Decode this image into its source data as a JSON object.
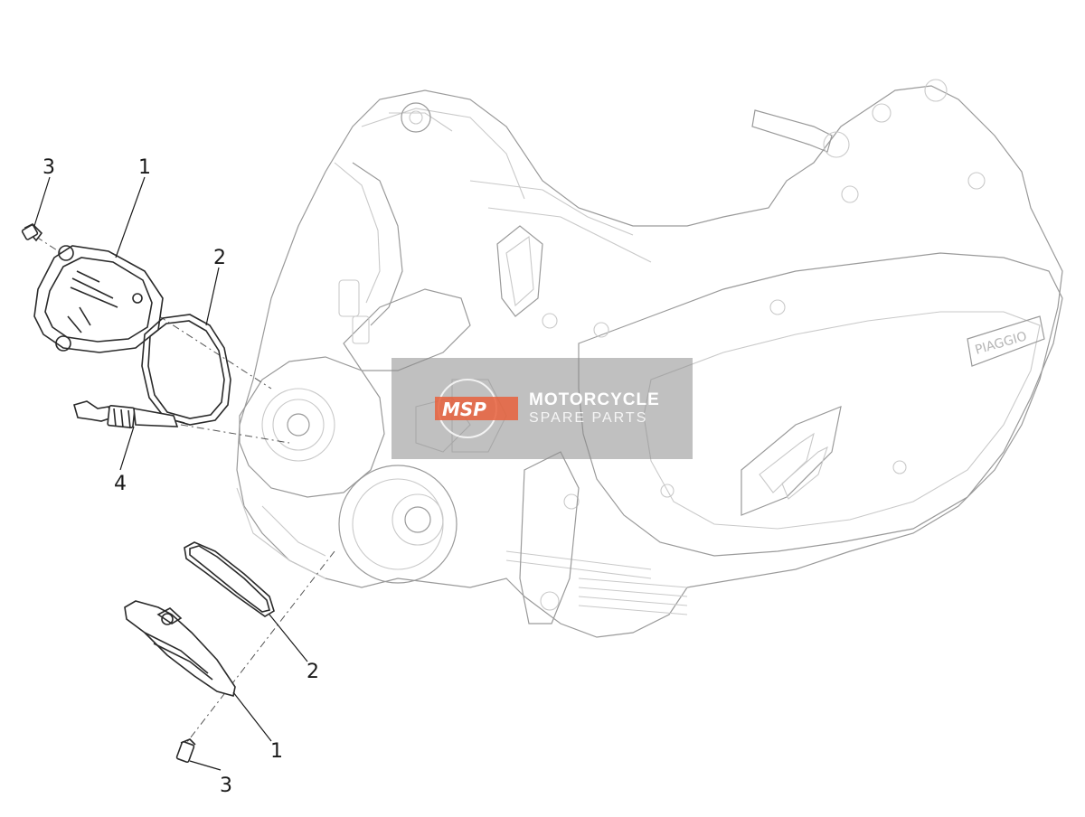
{
  "diagram": {
    "callouts": {
      "c3_top": "3",
      "c1_top": "1",
      "c2_top": "2",
      "c4": "4",
      "c2_bottom": "2",
      "c1_bottom": "1",
      "c3_bottom": "3"
    }
  },
  "watermark": {
    "logo_text": "MSP",
    "line1": "MOTORCYCLE",
    "line2": "SPARE PARTS"
  },
  "engine_cover_brand": "PIAGGIO",
  "colors": {
    "watermark_bg": "#8c8c8c",
    "logo_accent": "#e8603c"
  }
}
